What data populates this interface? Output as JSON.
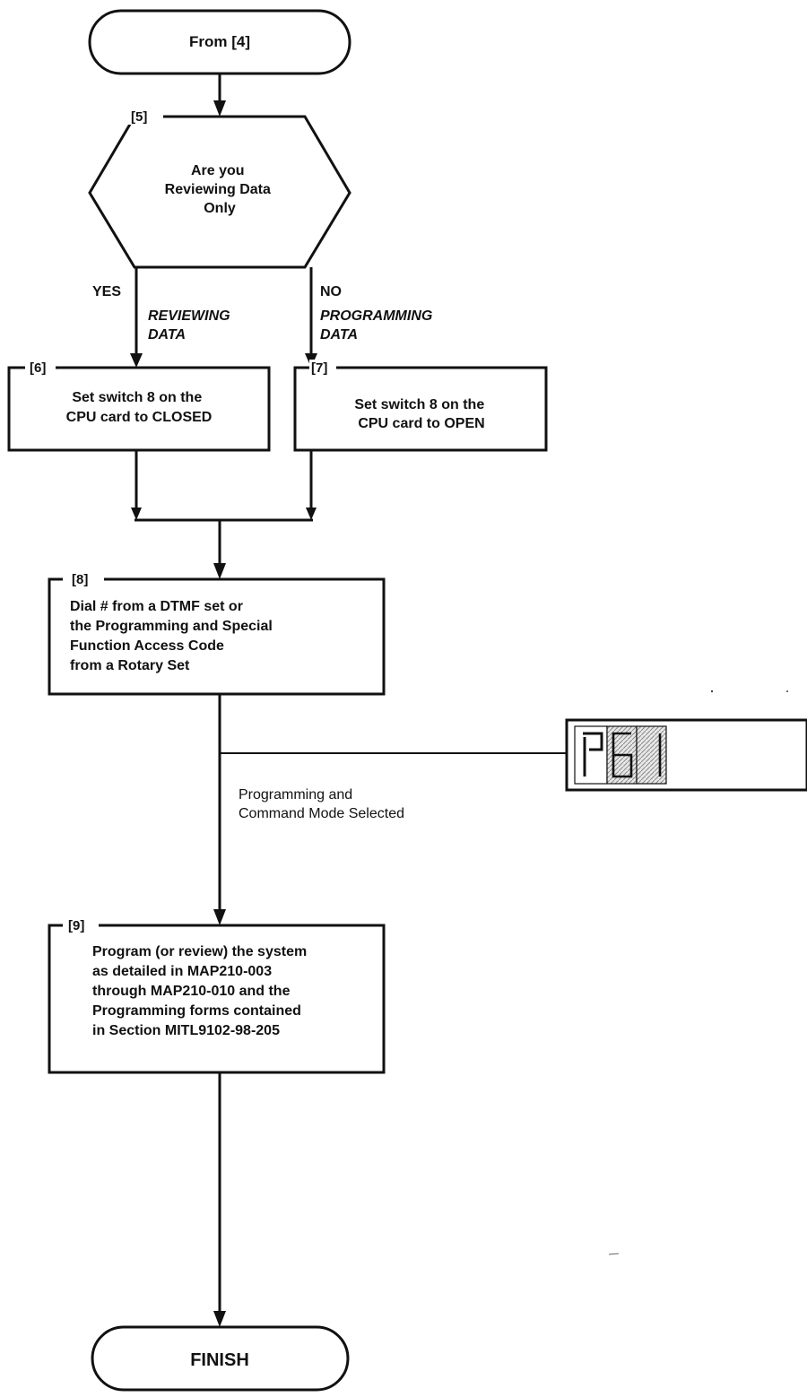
{
  "start": {
    "label": "From [4]"
  },
  "decision": {
    "id": "[5]",
    "lines": [
      "Are you",
      "Reviewing Data",
      "Only"
    ]
  },
  "branch_yes": {
    "answer": "YES",
    "lines": [
      "REVIEWING",
      "DATA"
    ]
  },
  "branch_no": {
    "answer": "NO",
    "lines": [
      "PROGRAMMING",
      "DATA"
    ]
  },
  "step6": {
    "id": "[6]",
    "lines": [
      "Set switch 8 on the",
      "CPU card  to CLOSED"
    ]
  },
  "step7": {
    "id": "[7]",
    "lines": [
      "Set switch 8 on the",
      "CPU card to OPEN"
    ]
  },
  "step8": {
    "id": "[8]",
    "lines": [
      "Dial # from a DTMF set or",
      "the Programming and Special",
      "Function Access  Code",
      "from a Rotary Set"
    ]
  },
  "mode_note": {
    "lines": [
      "Programming and",
      "Command Mode Selected"
    ]
  },
  "display": {
    "glyph": "segment-display-icon"
  },
  "step9": {
    "id": "[9]",
    "lines": [
      "Program (or review) the system",
      "as detailed in MAP210-003",
      "through MAP210-010  and the",
      "Programming forms contained",
      "in Section MITL9102-98-205"
    ]
  },
  "end": {
    "label": "FINISH"
  }
}
